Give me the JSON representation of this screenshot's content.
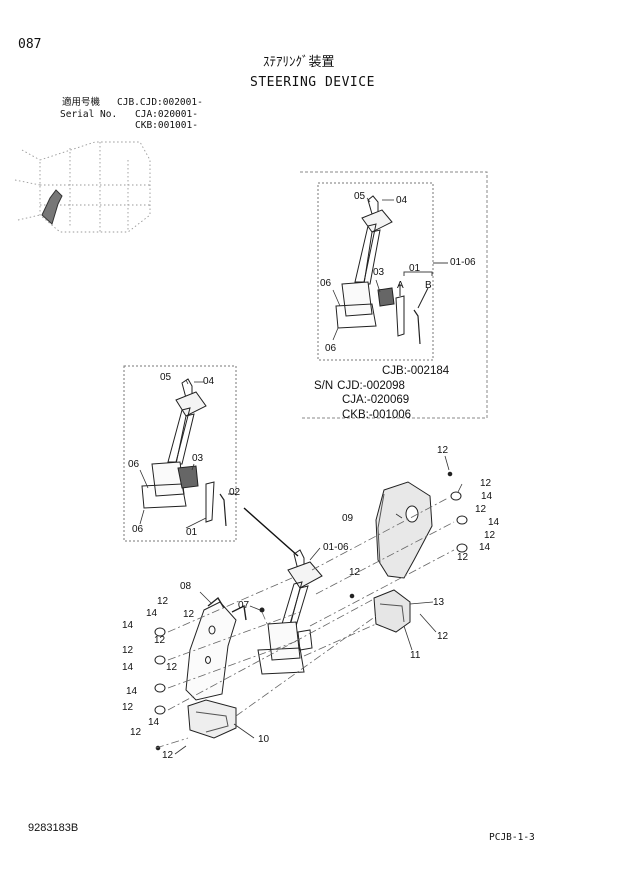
{
  "header": {
    "page_number": "087",
    "title_ja": "ｽﾃｱﾘﾝｸﾞ装置",
    "title_en": "STEERING DEVICE"
  },
  "serial_info": {
    "label_ja": "適用号機",
    "label_en": "Serial No.",
    "ranges": [
      "CJB.CJD:002001-",
      "CJA:020001-",
      "CKB:001001-"
    ]
  },
  "inset_serials": {
    "sn_label": "S/N",
    "rows": [
      {
        "model": "CJB",
        "value": ":-002184"
      },
      {
        "model": "CJD",
        "value": ":-002098"
      },
      {
        "model": "CJA",
        "value": ":-020069"
      },
      {
        "model": "CKB",
        "value": ":-001006"
      }
    ]
  },
  "callouts": {
    "c01": "01",
    "c02": "02",
    "c03": "03",
    "c04": "04",
    "c05": "05",
    "c06": "06",
    "c07": "07",
    "c08": "08",
    "c09": "09",
    "c10": "10",
    "c11": "11",
    "c12": "12",
    "c13": "13",
    "c14": "14",
    "c0106": "01-06",
    "cA": "A",
    "cB": "B"
  },
  "footer": {
    "drawing_number": "9283183B",
    "page_code": "PCJB-1-3"
  },
  "colors": {
    "line": "#222222",
    "shade": "#555555",
    "dash": "#666666"
  }
}
